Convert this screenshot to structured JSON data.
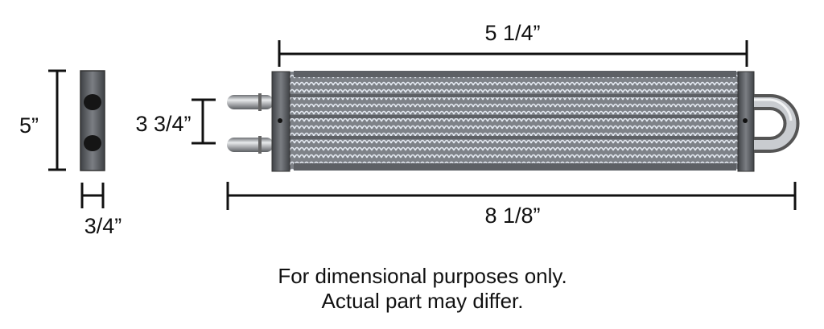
{
  "dimensions": {
    "side_height": "5”",
    "side_width": "3/4”",
    "core_length": "5 1/4”",
    "port_spacing": "3 3/4”",
    "overall_length": "8 1/8”"
  },
  "note": {
    "line1": "For dimensional purposes only.",
    "line2": "Actual part may differ."
  },
  "colors": {
    "tank": "#5a5d62",
    "core": "#8a8d92",
    "fin_light": "#d8dde6",
    "tube": "#b9bcc0"
  }
}
